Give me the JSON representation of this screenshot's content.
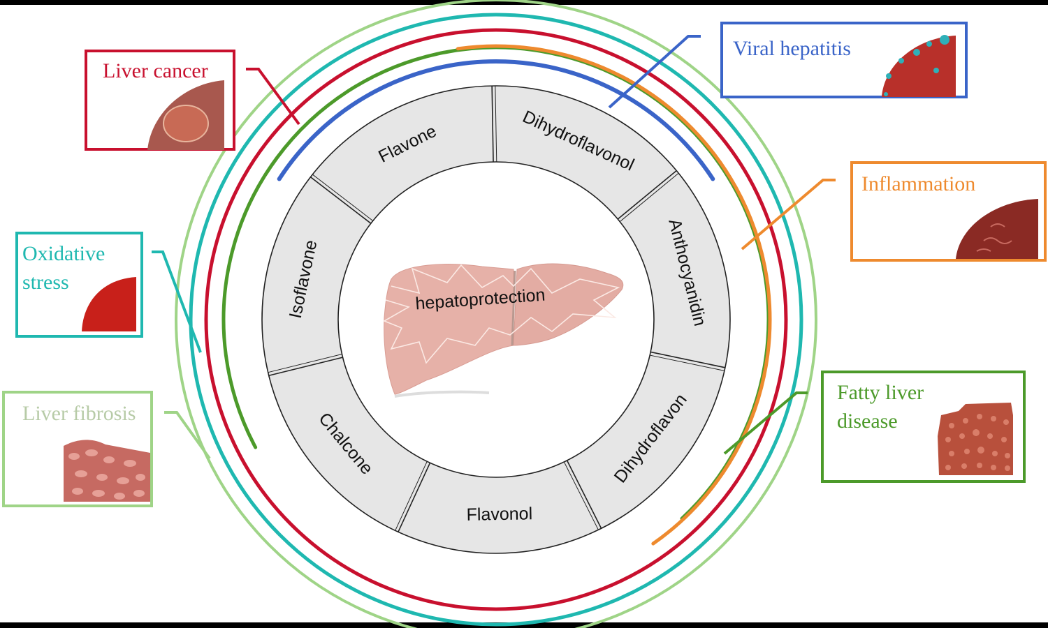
{
  "center": {
    "label": "hepatoprotection"
  },
  "flavonoid_classes": [
    {
      "label": "Flavone"
    },
    {
      "label": "Dihydroflavonol"
    },
    {
      "label": "Anthocyanidin"
    },
    {
      "label": "Dihydroflavon"
    },
    {
      "label": "Flavonol"
    },
    {
      "label": "Chalcone"
    },
    {
      "label": "Isoflavone"
    }
  ],
  "conditions": [
    {
      "id": "liver-cancer",
      "label": "Liver cancer",
      "color": "#c8102e"
    },
    {
      "id": "viral-hepatitis",
      "label": "Viral hepatitis",
      "color": "#3a64c8"
    },
    {
      "id": "inflammation",
      "label": "Inflammation",
      "color": "#ee8a2e"
    },
    {
      "id": "oxidative-stress",
      "label": "Oxidative stress",
      "label_lines": [
        "Oxidative",
        "stress"
      ],
      "color": "#1fb8b0"
    },
    {
      "id": "liver-fibrosis",
      "label": "Liver fibrosis",
      "color": "#9fd487"
    },
    {
      "id": "fatty-liver-disease",
      "label": "Fatty liver disease",
      "label_lines": [
        "Fatty liver",
        "disease"
      ],
      "color": "#4c9a2a"
    }
  ]
}
